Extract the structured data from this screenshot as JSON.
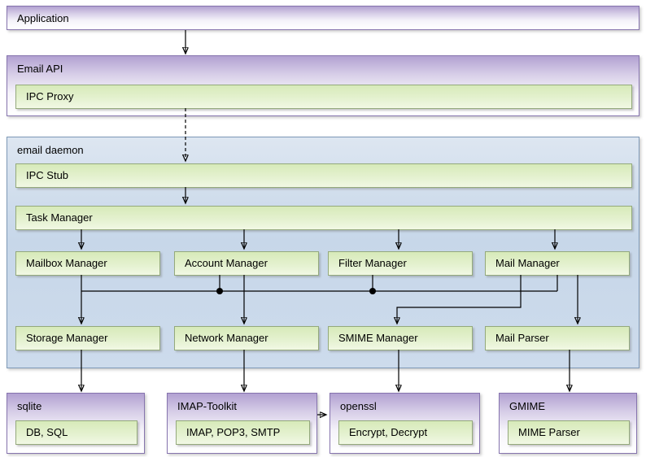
{
  "application": {
    "label": "Application"
  },
  "email_api": {
    "label": "Email API",
    "ipc_proxy": "IPC Proxy"
  },
  "email_daemon": {
    "label": "email daemon",
    "ipc_stub": "IPC Stub",
    "task_manager": "Task Manager",
    "managers_row1": [
      "Mailbox Manager",
      "Account Manager",
      "Filter Manager",
      "Mail Manager"
    ],
    "managers_row2": [
      "Storage Manager",
      "Network Manager",
      "SMIME Manager",
      "Mail Parser"
    ]
  },
  "externals": [
    {
      "label": "sqlite",
      "component": "DB, SQL"
    },
    {
      "label": "IMAP-Toolkit",
      "component": "IMAP, POP3, SMTP"
    },
    {
      "label": "openssl",
      "component": "Encrypt, Decrypt"
    },
    {
      "label": "GMIME",
      "component": "MIME Parser"
    }
  ],
  "colors": {
    "purple_box_border": "#8674ae",
    "purple_box_top": "#b2a1d1",
    "daemon_border": "#7e99b7",
    "daemon_fill": "#cbd9ea",
    "green_bar_fill": "#dcedc4",
    "green_bar_border": "#94a97c",
    "connector": "#000000"
  }
}
